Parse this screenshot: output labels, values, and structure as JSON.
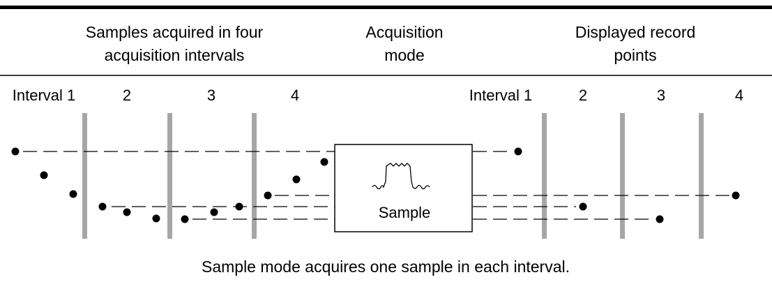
{
  "headers": {
    "samples": [
      "Samples acquired in four",
      "acquisition intervals"
    ],
    "mode": [
      "Acquisition",
      "mode"
    ],
    "displayed": [
      "Displayed record",
      "points"
    ]
  },
  "left_intervals": [
    "Interval 1",
    "2",
    "3",
    "4"
  ],
  "right_intervals": [
    "Interval 1",
    "2",
    "3",
    "4"
  ],
  "box_label": "Sample",
  "caption": "Sample mode acquires one sample in each interval."
}
